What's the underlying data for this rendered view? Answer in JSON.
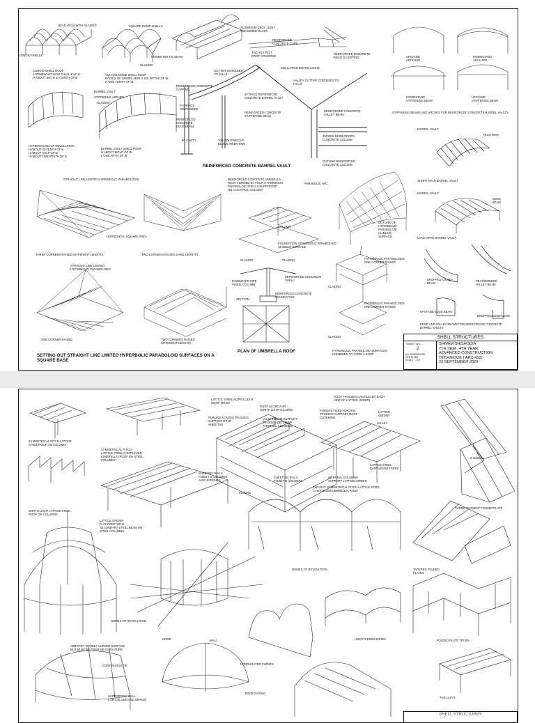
{
  "sheet1": {
    "labels": {
      "head_arch": "HEAD ARCH WITH GLAZING",
      "square_dome": "SQUARE DOME SHELLS",
      "conoid": "CONOID SHELLS",
      "perimeter_beam": "PERIMETER TIE BEAM",
      "glazing_a": "GLAZING",
      "conoid_roof": "CONOID SHELL ROOF\nL SOMEWHAT LESS THAN HALF B\nH ABOUT SIXTH & A NINTH OF B",
      "square_dome_roof": "SQUARE DOME SHELL ROOF\nRADIUS OF DOMES ABOUT SIX FIFTHS OF W\nH ONE TENTH OF W",
      "barrel_vault": "BARREL VAULT",
      "stiffening": "STIFFENING ARCHES",
      "glazing_b": "GLAZING",
      "hyperbolic_rev": "HYPERBOLOID OF REVOLUTION\nH ABOUT SEVENTH OF B\nH ABOUT HALF OF W\nH ABOUT TWENTIETH OF B",
      "barrel_roof": "BARREL VAULT SHELL ROOF\nH ABOUT EIGHT OF W\nL ONE FIFTH OF W",
      "al_deck": "ALUMINIUM DECK LIGHT\nAND WIRED GLASS",
      "rc_curb": "REINFORCED\nCONCRETE CURB",
      "felt_cover": "TWO PLY FELT\nROOF COVERING",
      "rc_rib": "REINFORCED CONCRETE\nRIB @ 5 CENTRES",
      "gutter": "GUTTER SCREEDED\nTO FALLS",
      "insulation": "INSULATION BOARD LINING",
      "rc_capping": "REINFORCED CONCRETE\nCAPPING",
      "valley_gutter": "VALLEY GUTTER SCREEDED TO\nFALLS",
      "rc_shell": "50 THICK REINFORCED\nCONCRETE BARREL VAULT",
      "fairface": "FAIRFACE\nBRICKWORK",
      "rc_stiff": "REINFORCED CONCRETE\nSTIFFENING BEAM",
      "rc_valley": "REINFORCED CONCRETE\nVALLEY BEAM",
      "rc_edge": "REINFORCED\nCONCRETE\nEDGE BEAM",
      "rc_column": "300X225 REINFORCED\nCONCRETE COLUMN",
      "cavity": "50 CAVITY",
      "block": "100 LIGHTWEIGHT\nBLOCK INNER SKIN",
      "rc_vault_title": "REINFORCED CONCRETE BARREL VAULT",
      "upstand_arch": "UPSTAND\nARCH RIB",
      "downstand_arch": "DOWNSTAND\nARCH RIB",
      "downstand_beam": "DOWNSTAND\nSTIFFENING BEAM",
      "upstand_beam": "UPSTAND\nSTIFFENING BEAM",
      "stiffening_title": "STIFFENING BEAMS AND ARCHES FOR REINFORCED CONCRETE BARREL VAULTS",
      "barrel_vault_b": "BARREL VAULT",
      "arch_ribs": "ARCH RIBS",
      "short_span": "SHORT SPAN BARREL VAULT",
      "barrel_vault_c": "BARREL VAULT",
      "edge_beam": "EDGE\nBEAM",
      "long_span": "LONG SPAN BARREL VAULT",
      "dropped_valley": "DROPPED VALLEY\nBEAM",
      "featheredge": "FEATHEREDGE\nVALLEY BEAM",
      "upstand_edge": "UPSTAND EDGE BEAM",
      "dropped_edge": "DROPPED EDGE BEAM",
      "edge_valley_title": "EDGE AND VALLEY BEAMS FOR REINFORCED CONCRETE\nBARREL VAULTS",
      "straight_line_a": "STRAIGHT LINE LIMITED HYPERBOLIC PARABOLOIDS",
      "horizontal_square": "HORIZONTAL SQUARE AREA",
      "three_corners": "THREE CORNERS RAISED DIFFERENT HEIGHTS",
      "two_corners_same": "TWO CORNERS RAISED SAME HEIGHTS",
      "straight_line_b": "STRAIGHT LINE LIMITED\nHYPERBOLIC PARABOLOIDS",
      "one_corner": "ONE CORNER RAISED",
      "two_corners_diff": "TWO CORNERS RAISED\nDIFFERENT HEIGHTS",
      "setting_out": "SETTING OUT STRAIGHT LINE LIMITED HYPERBOLIC PARABOLOID SURFACES ON A\nSQUARE BASE",
      "umbrella_desc": "REINFORCED CONCRETE UMBRELLA\nROOF FORMED BY FOUR HYPERBOLIC\nPARABOLOID SHELLS SUPPORTED\nON A CENTRAL COLUMN",
      "column": "COLUMN",
      "foundation": "FOUNDATION HYPERBOLIC PARABOLOID\n(SADDLE) SURFACE",
      "outline_rc": "OUTLINE REINFORCED\nCONCRETE COLUMN",
      "parabolic": "PARABOLIC ARC",
      "outline_hyp": "OUTLINE OF\nHYPERBOLIC\nPARABOLOID\n(SADDLE)\nSURFACE",
      "glazing_c": "GLAZING",
      "glazing_d": "GLAZING",
      "rainwater": "RAINWATER PIPE\nINSIDE COLUMN",
      "rc_shell_b": "REINFORCED CONCRETE\nSHELL",
      "rc_foundation": "REINFORCED CONCRETE\nFOUNDATION",
      "section": "SECTION",
      "plan_umbrella": "PLAN OF UMBRELLA ROOF",
      "hyp_one_corner_a": "HYPERBOLIC PARABOLOIDS\nONE CORNER RAISED",
      "glazing_e": "GLAZING",
      "hyp_one_corner_b": "HYPERBOLIC PARABOLOIDS\nONE CORNER RAISED",
      "glazing_f": "GLAZING",
      "hyp_combined": "HYPERBOLIC PARABOLOID SURFACES\nCOMBINED TO FORM A ROOF"
    },
    "title_block": {
      "heading": "SHELL STRUCTURES",
      "sheet_label": "SHEET NO.:",
      "sheet_no": "2",
      "dims": "ALL DIMENSIONS\nARE IN MM\nSCALE - 1:10",
      "author": "SHIVAM SHISHODIA",
      "sem": "7TH SEM , 4TH YEAR",
      "course": "ADVANCED CONSTRUCTION",
      "technique": "TECHNIQUE ( ARC-412)",
      "date": "23 SEPTEMBER 2020"
    }
  },
  "sheet2": {
    "labels": {
      "sym_pitch": "SYMMETRICAL PITCH LATTICE\nSTEEL ROOF ON COLUMN",
      "sym_pitch_umb": "SYMMETRICAL PITCH\nLATTICE STEEL CANTILEVER\n(UMBRELLA) ROOF ON STEEL\nCOLUMNS",
      "north_light": "NORTH LIGHT LATTICE STEEL\nROOF ON COLUMNS",
      "lattice_flat": "LATTICE GIRDER\nFLAT ROOF WITH\nSECONDARY STEEL BEAM ON\nSTEEL COLUMNS",
      "lattice_nl": "LATTICE STEEL NORTH LIGHT\nROOF TRUSS",
      "roof_slope": "ROOF SLOPE FOR\nNORTH LIGHT GLAZING",
      "purlins_a": "PURLINS ACROSS TRUSSES\nSUPPORT ROOF\nSHEETING",
      "valley_beam": "VALLEY BEAM SUPPORT\nTRUSSES BETWEEN\nINTERNAL COLUMNS",
      "sheeting_rails": "SHEETING RAILS\nFIXED TO COLUMNS\nAND UPRIGHTS",
      "sheeting_rails_b": "SHEETING RAILS\nFIXED TO COLUMNS",
      "floors": "FLOORS",
      "roof_trusses": "ROOF TRUSSES CANTILEVER EACH\nSIDE OF LATTICE GIRDER",
      "purlins_b": "PURLINS FIXED ACROSS\nTRUSSES SUPPORT ROOF\nCOVERING",
      "lattice_girder": "LATTICE\nGIRDER",
      "valley": "VALLEY",
      "lattice_trees": "LATTICE STEEL\nCANTILEVER TREES",
      "internal_cols": "INTERNAL COLUMNS\nSUPPORT LATTICE GIRDER",
      "two_bay": "TWO BAY SYMMETRICAL PITCH LATTICE STEEL\nCANTILEVER(UMBRELLA) ROOF",
      "z_shell": "Z SHELL",
      "three_segment": "THREE SEGMENT FOLDED PLATE",
      "tapered": "TAPERED FOLDED\nPLATES",
      "domes_rev_a": "DOMES OF REVOLUTION",
      "domes_rev_b": "DOMES OF REVOLUTION",
      "unstiffened": "UNSTIFFENED EDGES",
      "folded_truss": "FOLDED PLATE TRUSS",
      "arbitrary": "ARBITARY DOUBLY CURVED SURFACE\nBUT MUST BE POSITIVE CURVATURE",
      "continuous_tie": "CONTINUOUS TIE",
      "supporting_wall": "SUPPORTING WALL\n( OR COLUMN AND BEAMS)",
      "dome": "DOME",
      "wall": "WALL",
      "tension_ring": "TENSION RING",
      "corrugated": "CORRUGATED CURVES",
      "lazys": "THE LAZYS"
    },
    "title_block": {
      "heading": "SHELL STRUCTURES"
    }
  }
}
